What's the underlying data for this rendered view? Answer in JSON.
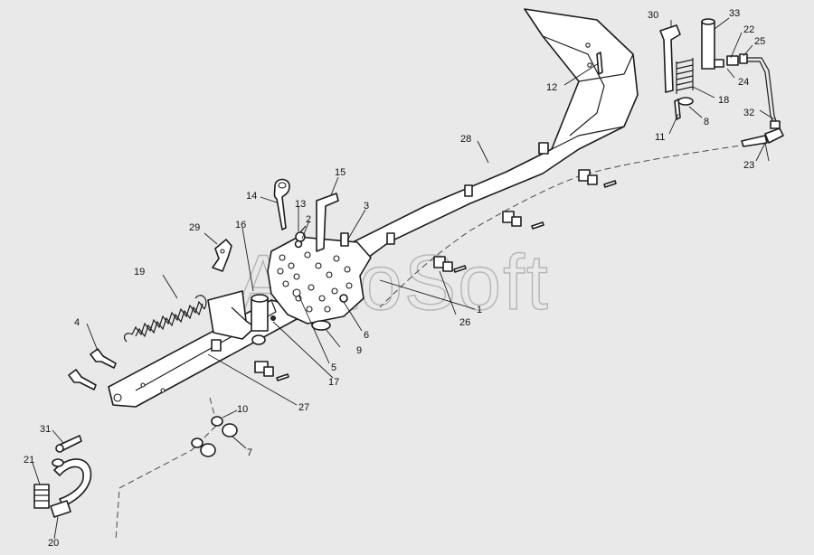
{
  "watermark": "AutoSoft",
  "callouts": [
    {
      "id": "n30",
      "label": "30"
    },
    {
      "id": "n33",
      "label": "33"
    },
    {
      "id": "n22",
      "label": "22"
    },
    {
      "id": "n25",
      "label": "25"
    },
    {
      "id": "n12",
      "label": "12"
    },
    {
      "id": "n24",
      "label": "24"
    },
    {
      "id": "n18",
      "label": "18"
    },
    {
      "id": "n32",
      "label": "32"
    },
    {
      "id": "n8",
      "label": "8"
    },
    {
      "id": "n11",
      "label": "11"
    },
    {
      "id": "n28",
      "label": "28"
    },
    {
      "id": "n23",
      "label": "23"
    },
    {
      "id": "n15",
      "label": "15"
    },
    {
      "id": "n14",
      "label": "14"
    },
    {
      "id": "n13",
      "label": "13"
    },
    {
      "id": "n3",
      "label": "3"
    },
    {
      "id": "n2",
      "label": "2"
    },
    {
      "id": "n29",
      "label": "29"
    },
    {
      "id": "n16",
      "label": "16"
    },
    {
      "id": "n1",
      "label": "1"
    },
    {
      "id": "n19",
      "label": "19"
    },
    {
      "id": "n26",
      "label": "26"
    },
    {
      "id": "n6",
      "label": "6"
    },
    {
      "id": "n9",
      "label": "9"
    },
    {
      "id": "n4",
      "label": "4"
    },
    {
      "id": "n5",
      "label": "5"
    },
    {
      "id": "n17",
      "label": "17"
    },
    {
      "id": "n27",
      "label": "27"
    },
    {
      "id": "n10",
      "label": "10"
    },
    {
      "id": "n31",
      "label": "31"
    },
    {
      "id": "n7",
      "label": "7"
    },
    {
      "id": "n21",
      "label": "21"
    },
    {
      "id": "n20",
      "label": "20"
    }
  ]
}
